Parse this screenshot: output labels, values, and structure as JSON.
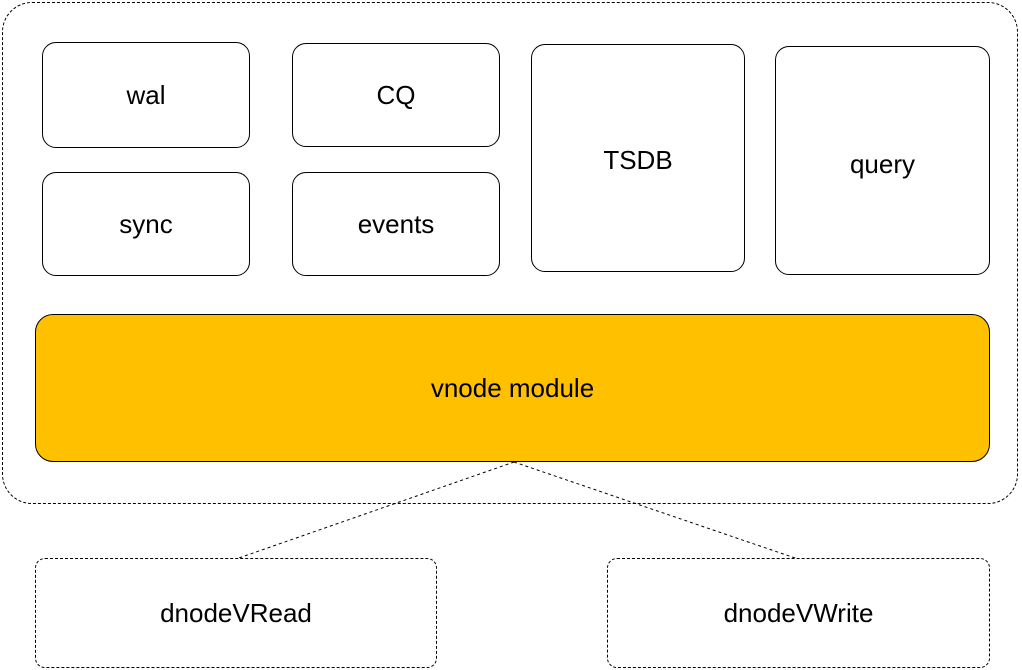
{
  "diagram": {
    "components": {
      "wal": "wal",
      "cq": "CQ",
      "sync": "sync",
      "events": "events",
      "tsdb": "TSDB",
      "query": "query"
    },
    "module": {
      "label": "vnode module",
      "fill_color": "#FFC000"
    },
    "external": {
      "read": "dnodeVRead",
      "write": "dnodeVWrite"
    },
    "connections": [
      {
        "from": "dnodeVRead",
        "to": "vnode module",
        "style": "dashed"
      },
      {
        "from": "dnodeVWrite",
        "to": "vnode module",
        "style": "dashed"
      }
    ]
  }
}
